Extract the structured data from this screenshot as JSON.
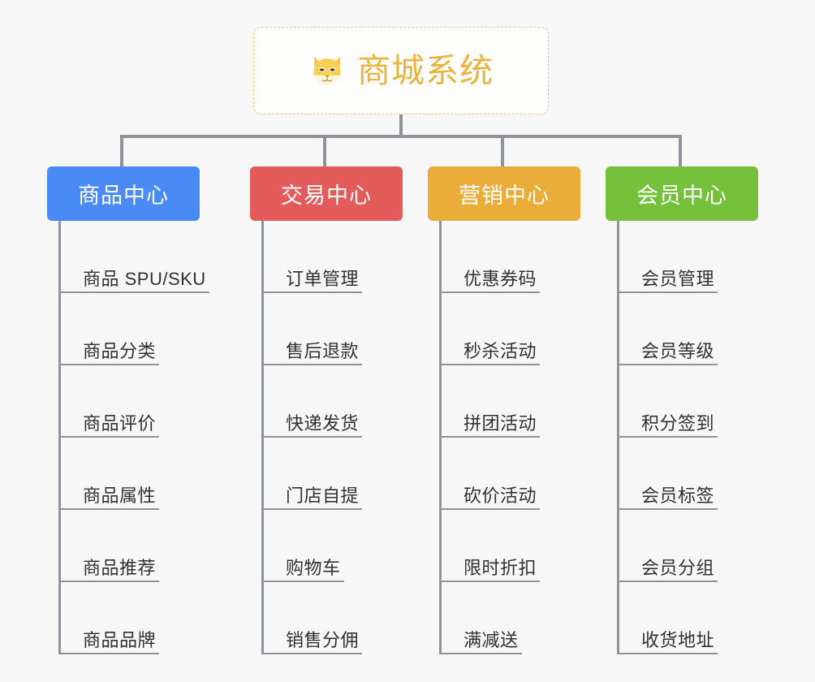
{
  "root": {
    "title": "商城系统",
    "icon": "dog-face-icon",
    "title_color": "#e8b33e",
    "border_color": "#f0c56a"
  },
  "columns": [
    {
      "header": "商品中心",
      "color": "#4a8af4",
      "items": [
        "商品 SPU/SKU",
        "商品分类",
        "商品评价",
        "商品属性",
        "商品推荐",
        "商品品牌"
      ]
    },
    {
      "header": "交易中心",
      "color": "#e35b5b",
      "items": [
        "订单管理",
        "售后退款",
        "快递发货",
        "门店自提",
        "购物车",
        "销售分佣"
      ]
    },
    {
      "header": "营销中心",
      "color": "#eaad3a",
      "items": [
        "优惠券码",
        "秒杀活动",
        "拼团活动",
        "砍价活动",
        "限时折扣",
        "满减送"
      ]
    },
    {
      "header": "会员中心",
      "color": "#76c13b",
      "items": [
        "会员管理",
        "会员等级",
        "积分签到",
        "会员标签",
        "会员分组",
        "收货地址"
      ]
    }
  ],
  "connector_color": "#909399",
  "background_color": "#f7f7f7"
}
